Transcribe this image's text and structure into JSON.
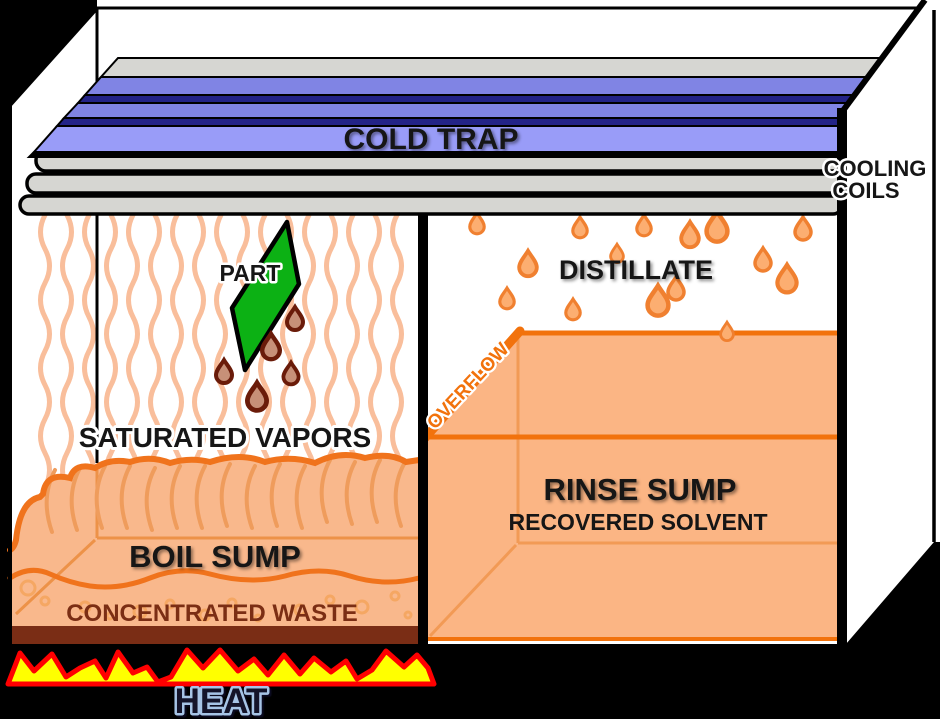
{
  "scene": {
    "background": "#000000",
    "labels": {
      "cold_trap": "COLD TRAP",
      "cooling_coils_line1": "COOLING",
      "cooling_coils_line2": "COILS",
      "part": "PART",
      "distillate": "DISTILLATE",
      "saturated_vapors": "SATURATED VAPORS",
      "overflow": "OVERFLOW",
      "boil_sump": "BOIL SUMP",
      "concentrated_waste": "CONCENTRATED WASTE",
      "rinse_sump": "RINSE SUMP",
      "recovered_solvent": "RECOVERED SOLVENT",
      "heat": "HEAT"
    },
    "colors": {
      "cold_trap_light_blue": "#999CF8",
      "cold_trap_mid_blue": "#8084E4",
      "cold_trap_navy": "#232387",
      "coil_gray": "#D6D6D2",
      "vapor_line": "#F9BE9B",
      "solvent_fill": "#FBB584",
      "solvent_edge": "#F2720C",
      "solvent_inner_line": "#F29A55",
      "droplet_fill": "#FCAE71",
      "droplet_edge": "#F08030",
      "part_green": "#0CB114",
      "dirty_droplet_fill": "#C79078",
      "dirty_droplet_edge": "#6A1B09",
      "waste_brown": "#7A2D15",
      "waste_text_brown": "#7B2E14",
      "flame_yellow": "#FFFF00",
      "flame_red": "#FF0000",
      "heat_outline_blue": "#A6C4E6"
    }
  }
}
